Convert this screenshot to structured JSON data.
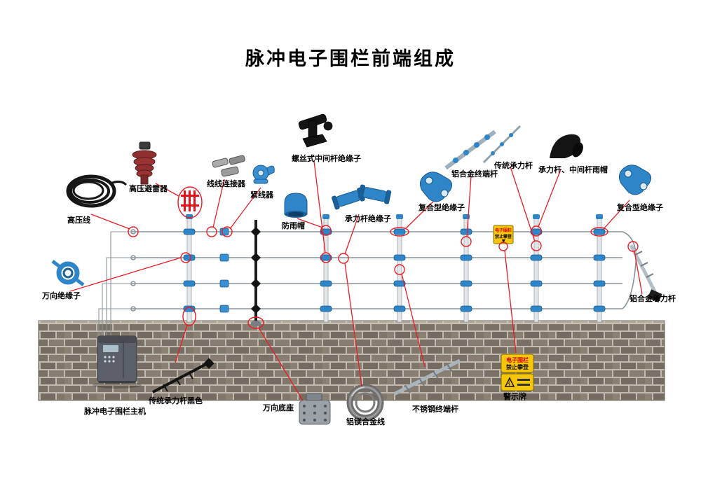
{
  "title": "脉冲电子围栏前端组成",
  "labels": [
    {
      "text": "高压线"
    },
    {
      "text": "高压避雷器"
    },
    {
      "text": "线线连接器"
    },
    {
      "text": "紧线器"
    },
    {
      "text": "螺丝式中间杆绝缘子"
    },
    {
      "text": "防雨帽"
    },
    {
      "text": "承力杆绝缘子"
    },
    {
      "text": "复合型绝缘子"
    },
    {
      "text": "铝合金终端杆"
    },
    {
      "text": "传统承力杆"
    },
    {
      "text": "承力杆、中间杆雨帽"
    },
    {
      "text": "复合型绝缘子"
    },
    {
      "text": "万向绝缘子"
    },
    {
      "text": "铝合金承力杆"
    },
    {
      "text": "脉冲电子围栏主机"
    },
    {
      "text": "传统承力杆黑色"
    },
    {
      "text": "万向底座"
    },
    {
      "text": "铝镁合金线"
    },
    {
      "text": "不锈钢终端杆"
    },
    {
      "text": "警示牌"
    }
  ],
  "warning_sign": {
    "line1": "电子围栏",
    "line2": "禁止攀登"
  },
  "colors": {
    "callout_red": "#ec1c24",
    "insulator_blue": "#2e86c8",
    "sign_yellow": "#f6c60a",
    "wall_mortar": "#c0bab0",
    "arrester_red": "#8f2f2f"
  }
}
